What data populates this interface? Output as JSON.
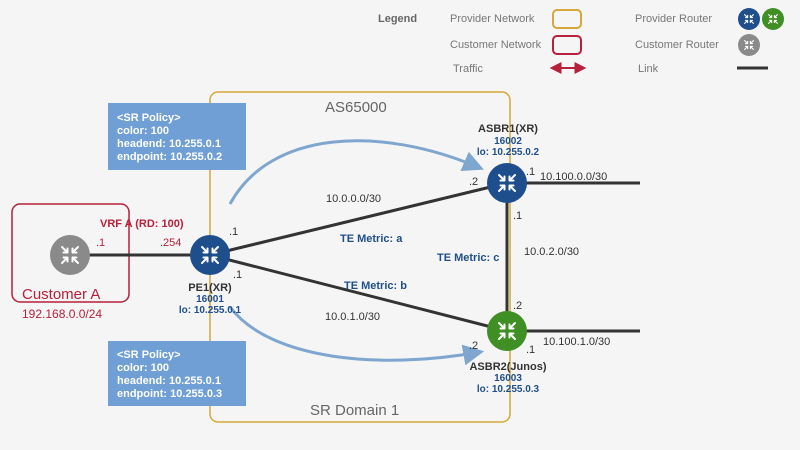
{
  "legend": {
    "title": "Legend",
    "provider_network": "Provider Network",
    "customer_network": "Customer Network",
    "traffic": "Traffic",
    "provider_router": "Provider Router",
    "customer_router": "Customer Router",
    "link": "Link"
  },
  "provider": {
    "as_label": "AS65000",
    "domain_label": "SR Domain 1"
  },
  "customer": {
    "name": "Customer A",
    "prefix": "192.168.0.0/24",
    "vrf_label": "VRF A (RD: 100)",
    "ce_addr": ".1",
    "pe_addr": ".254"
  },
  "policies": [
    {
      "title": "<SR Policy>",
      "color": "color: 100",
      "headend": "headend: 10.255.0.1",
      "endpoint": "endpoint: 10.255.0.2"
    },
    {
      "title": "<SR Policy>",
      "color": "color: 100",
      "headend": "headend: 10.255.0.1",
      "endpoint": "endpoint: 10.255.0.3"
    }
  ],
  "routers": {
    "pe1": {
      "name": "PE1(XR)",
      "sid": "16001",
      "lo": "lo: 10.255.0.1"
    },
    "asbr1": {
      "name": "ASBR1(XR)",
      "sid": "16002",
      "lo": "lo: 10.255.0.2"
    },
    "asbr2": {
      "name": "ASBR2(Junos)",
      "sid": "16003",
      "lo": "lo: 10.255.0.3"
    }
  },
  "links": {
    "pe1_asbr1": {
      "subnet": "10.0.0.0/30",
      "metric": "TE Metric: a",
      "pe_end": ".1",
      "far_end": ".2"
    },
    "pe1_asbr2": {
      "subnet": "10.0.1.0/30",
      "metric": "TE Metric: b",
      "pe_end": ".1",
      "far_end": ".2"
    },
    "asbr1_asbr2": {
      "subnet": "10.0.2.0/30",
      "metric": "TE Metric: c",
      "a_end": ".1",
      "b_end": ".2"
    },
    "asbr1_ext": {
      "subnet": "10.100.0.0/30",
      "end": ".1"
    },
    "asbr2_ext": {
      "subnet": "10.100.1.0/30",
      "end": ".1"
    }
  },
  "colors": {
    "provider_border": "#d4a83a",
    "customer_border": "#b8203c",
    "provider_router": "#1f4e8c",
    "asbr2_router": "#3f8f24",
    "customer_router": "#8a8a8a",
    "policy_box": "#6f9fd4",
    "flow_arrow": "#7ea6cf",
    "link": "#333333",
    "label_blue": "#1f4e8c",
    "label_red": "#b8203c"
  },
  "icons": {
    "router": "router-icon",
    "traffic": "double-arrow-icon"
  }
}
